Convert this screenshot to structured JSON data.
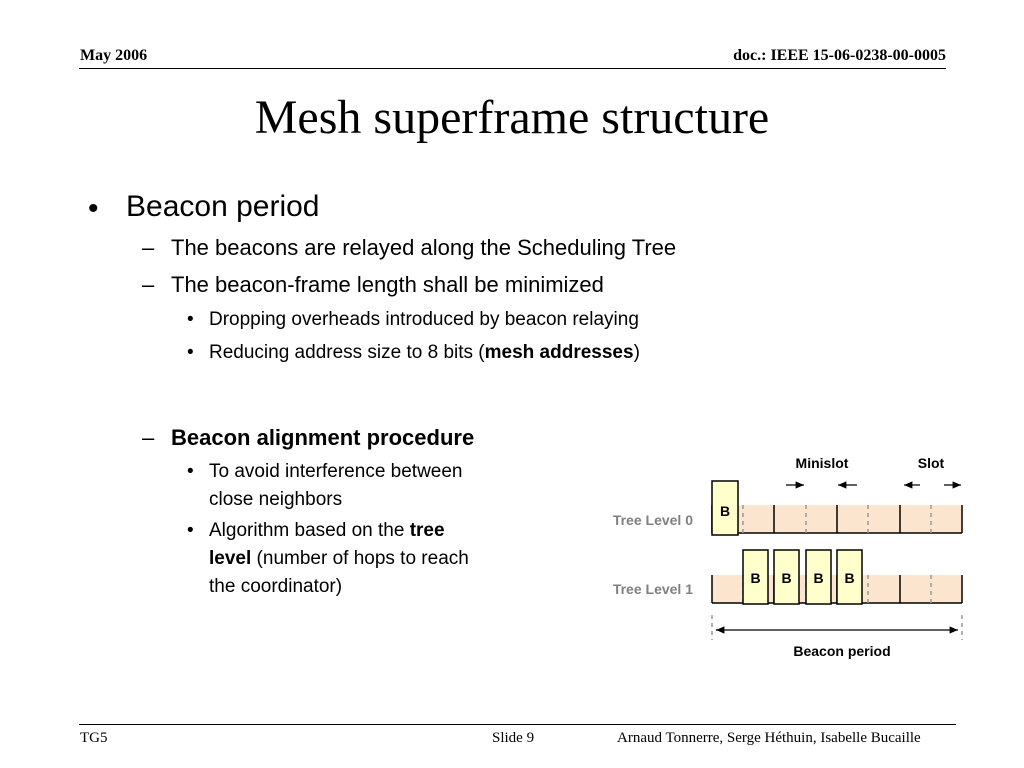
{
  "header": {
    "date": "May 2006",
    "doc_id": "doc.: IEEE 15-06-0238-00-0005"
  },
  "title": "Mesh superframe structure",
  "bullets": {
    "b1": "Beacon period",
    "b1_sub1": "The beacons are relayed along the Scheduling Tree",
    "b1_sub2": "The beacon-frame length shall be minimized",
    "b1_sub2_a": "Dropping overheads introduced by beacon relaying",
    "b1_sub2_b_prefix": "Reducing address size to 8 bits (",
    "b1_sub2_b_bold": "mesh addresses",
    "b1_sub2_b_suffix": ")",
    "b2": "Beacon alignment procedure",
    "b2_a_line1": "To avoid interference between",
    "b2_a_line2": "close neighbors",
    "b2_b_line1_prefix": "Algorithm based on the ",
    "b2_b_line1_bold": "tree",
    "b2_b_line2_bold": "level",
    "b2_b_line2_suffix": " (number of hops to reach",
    "b2_b_line3": "the coordinator)"
  },
  "diagram": {
    "minislot_label": "Minislot",
    "slot_label": "Slot",
    "tree_level_0": "Tree Level 0",
    "tree_level_1": "Tree Level 1",
    "beacon_label": "B",
    "beacon_period_label": "Beacon period",
    "colors": {
      "row_fill": "#fbe5cf",
      "beacon_fill": "#ffffcc",
      "label_gray": "#808080"
    }
  },
  "footer": {
    "group": "TG5",
    "slide": "Slide 9",
    "authors": "Arnaud Tonnerre, Serge Héthuin, Isabelle Bucaille"
  }
}
